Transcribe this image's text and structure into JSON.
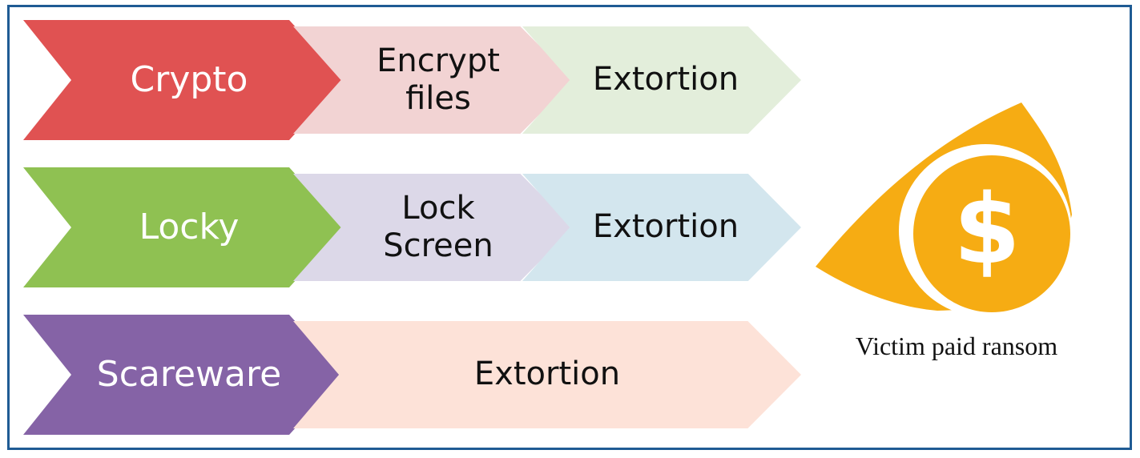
{
  "rows": [
    {
      "lead_label": "Crypto",
      "mid_lines": [
        "Encrypt",
        "files"
      ],
      "end_label": "Extortion",
      "colors": {
        "lead": "#e05252",
        "mid": "#f2d3d3",
        "end": "#e3eedb"
      }
    },
    {
      "lead_label": "Locky",
      "mid_lines": [
        "Lock",
        "Screen"
      ],
      "end_label": "Extortion",
      "colors": {
        "lead": "#8fc152",
        "mid": "#dcd8e8",
        "end": "#d3e6ee"
      }
    },
    {
      "lead_label": "Scareware",
      "wide_label": "Extortion",
      "colors": {
        "lead": "#8563a6",
        "wide": "#fde2d8"
      }
    }
  ],
  "result": {
    "icon": "dollar-eye-icon",
    "caption": "Victim paid ransom",
    "icon_color": "#f6ac13"
  },
  "frame_color": "#1f5b94"
}
